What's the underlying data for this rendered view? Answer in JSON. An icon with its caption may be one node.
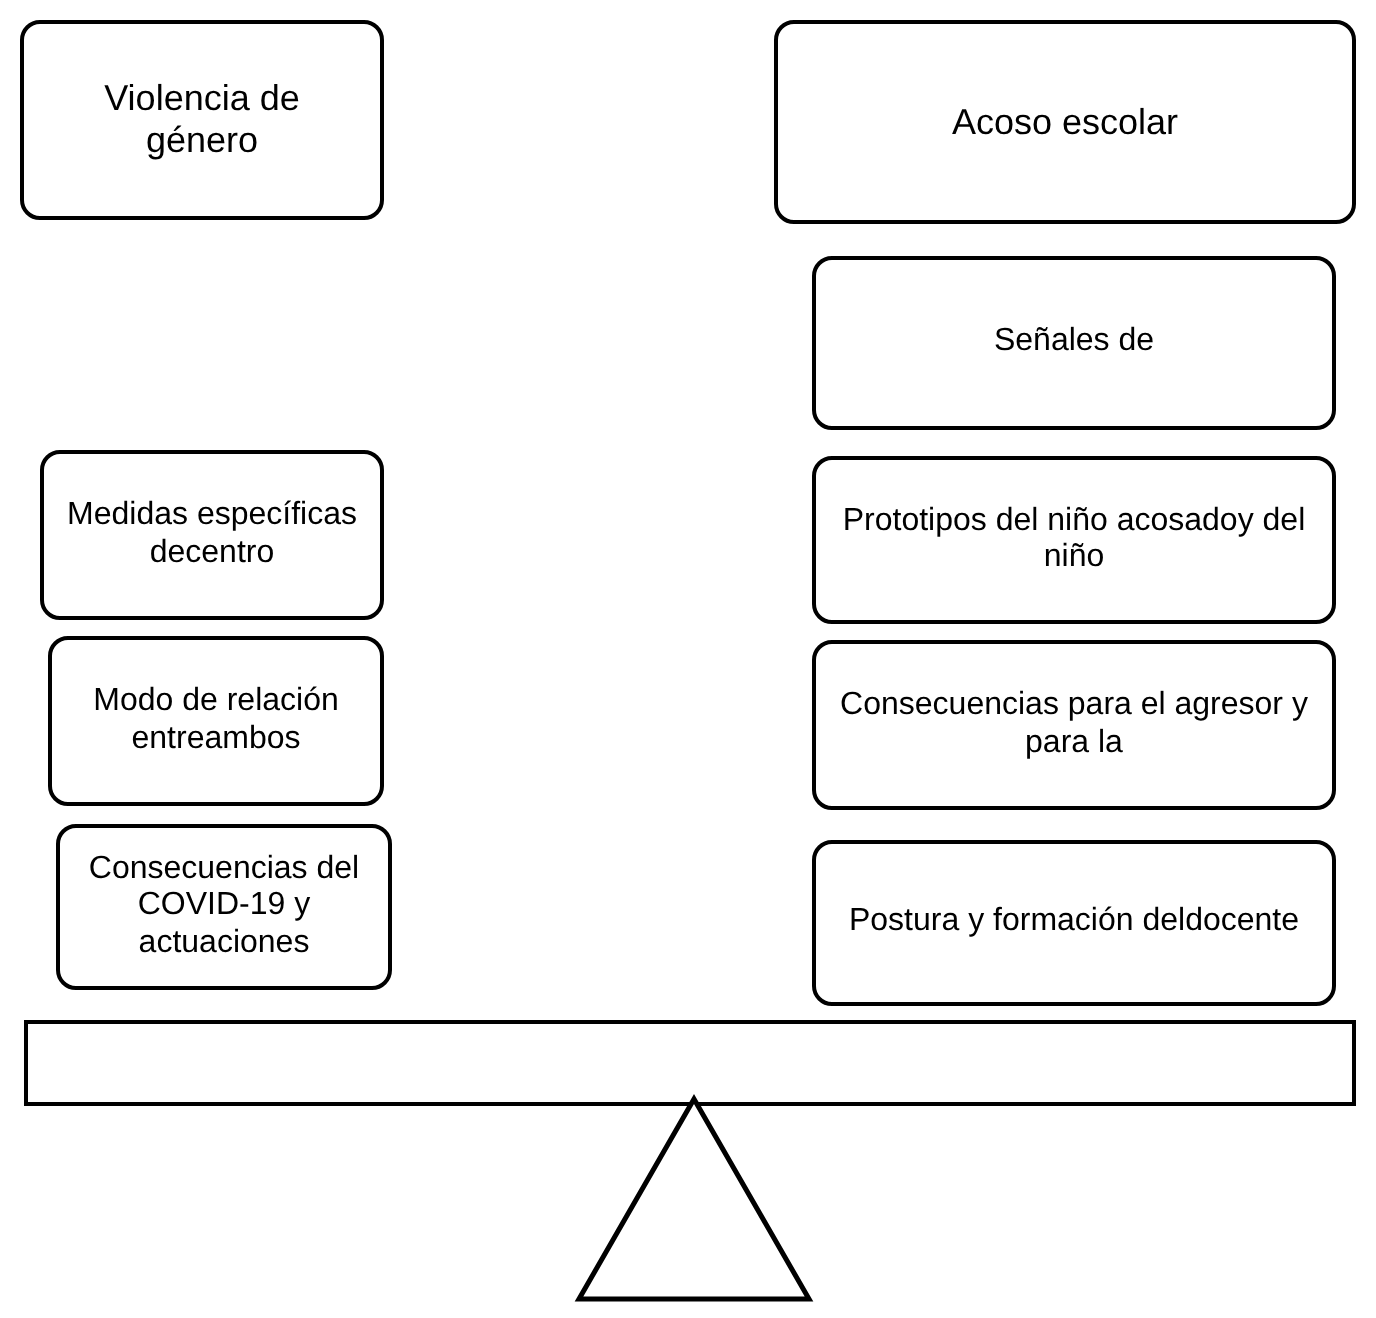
{
  "diagram": {
    "nodes": [
      {
        "text": [
          "Violencia de género"
        ]
      },
      {
        "text": [
          "Acoso escolar"
        ]
      },
      {
        "text": [
          "Señales de"
        ]
      },
      {
        "text": [
          "Medidas específicas decentro"
        ]
      },
      {
        "text": [
          "Prototipos del niño acosadoy del niño"
        ]
      },
      {
        "text": [
          "Modo de relación entreambos"
        ]
      },
      {
        "text": [
          "Consecuencias para el agresor y para la"
        ]
      },
      {
        "text": [
          "Consecuencias del COVID-19 y actuaciones"
        ]
      },
      {
        "text": [
          "Postura y formación deldocente"
        ]
      },
      {
        "text": [],
        "shape": "bar"
      },
      {
        "text": [],
        "shape": "triangle"
      }
    ]
  }
}
